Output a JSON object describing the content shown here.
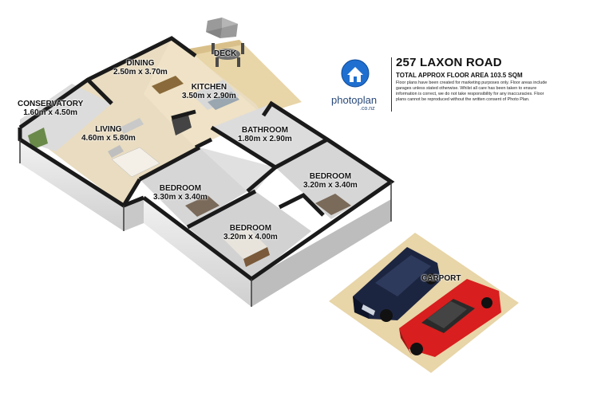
{
  "header": {
    "address": "257 LAXON ROAD",
    "area": "TOTAL APPROX FLOOR AREA 103.5 SQM",
    "disclaimer": "Floor plans have been created for marketing purposes only. Floor areas include garages unless stated otherwise. Whilst all care has been taken to ensure information is correct, we do not take responsibility for any inaccuracies. Floor plans cannot be reproduced without the written consent of Photo Plan."
  },
  "logo": {
    "brand_main": "photoplan",
    "brand_sub": ".co.nz",
    "icon": "house-icon",
    "colors": {
      "badge": "#1f6fd0",
      "text": "#2a4a7a"
    }
  },
  "rooms": [
    {
      "name": "DECK",
      "dims": ""
    },
    {
      "name": "DINING",
      "dims": "2.50m x 3.70m"
    },
    {
      "name": "KITCHEN",
      "dims": "3.50m x 2.90m"
    },
    {
      "name": "CONSERVATORY",
      "dims": "1.60m x 4.50m"
    },
    {
      "name": "LIVING",
      "dims": "4.60m x 5.80m"
    },
    {
      "name": "BATHROOM",
      "dims": "1.80m x 2.90m"
    },
    {
      "name": "BEDROOM",
      "dims": "3.20m x 3.40m"
    },
    {
      "name": "BEDROOM",
      "dims": "3.30m x 3.40m"
    },
    {
      "name": "BEDROOM",
      "dims": "3.20m x 4.00m"
    },
    {
      "name": "CARPORT",
      "dims": ""
    }
  ],
  "colors": {
    "floor_wood": "#e9dcc0",
    "wall_dark": "#1a1a1a",
    "wall_light": "#d8d8d8",
    "deck": "#e6d2a6",
    "car_navy": "#1c2540",
    "car_red": "#d81e1e"
  }
}
